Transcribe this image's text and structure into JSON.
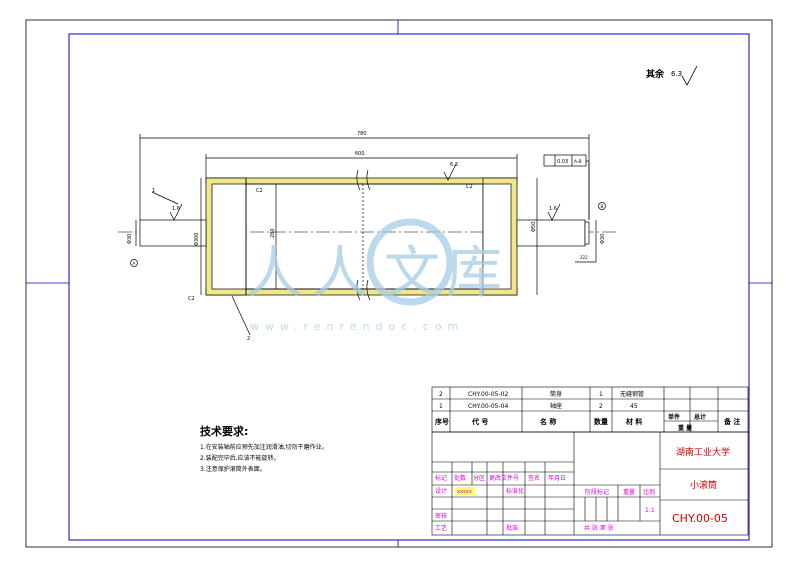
{
  "drawing": {
    "roughness_note": "其余",
    "roughness_value": "6.3",
    "dim_overall": "780",
    "dim_shell": "600",
    "dim_shaft_left": "Φ30",
    "dim_shaft_right": "Φ30",
    "dim_drum": "Φ300",
    "dim_center": "280",
    "dim_right_bore": "Φ50",
    "chamfer_a": "C2",
    "chamfer_b": "C2",
    "chamfer_c": "C2",
    "rough_a": "1.6",
    "rough_b": "1.6",
    "rough_c": "6.3",
    "tolerance_value": "0.03",
    "datum_ref": "A-B",
    "datum_a": "A",
    "datum_b": "B",
    "datum_box": "222",
    "balloon_1": "1",
    "balloon_2": "2"
  },
  "watermark": {
    "chars": [
      "人",
      "人",
      "文",
      "库"
    ],
    "url": "www.renrendoc.com"
  },
  "tech_requirements": {
    "heading": "技术要求:",
    "lines": [
      "1.在安装轴前应预先加注润滑油,切勿干磨作业。",
      "2.装配完毕后,应该不能旋转。",
      "3.注意保护滚筒外表面。"
    ]
  },
  "bom": {
    "rows": [
      {
        "no": "2",
        "code": "CHY.00-05-02",
        "name": "筒身",
        "qty": "1",
        "material": "无缝钢管"
      },
      {
        "no": "1",
        "code": "CHY.00-05-04",
        "name": "轴座",
        "qty": "2",
        "material": "45"
      }
    ],
    "headers": {
      "no": "序号",
      "code": "代 号",
      "name": "名 称",
      "qty": "数量",
      "material": "材 料",
      "single": "单件",
      "total": "总计",
      "weight": "重 量",
      "remark": "备 注"
    }
  },
  "title_block": {
    "school": "湖南工业大学",
    "part_name": "小滚筒",
    "drawing_no": "CHY.00-05",
    "rev_headers": [
      "标记",
      "处数",
      "分区",
      "更改文件号",
      "签名",
      "年月日"
    ],
    "design": "设计",
    "design_name": "xxxxx",
    "standard": "标准化",
    "review": "审核",
    "process": "工艺",
    "approve": "批准",
    "stage": "阶段标记",
    "weight": "重量",
    "scale": "比例",
    "scale_value": "1:1",
    "sheets": "共 张 第 张"
  },
  "colors": {
    "frame": "#0000cc",
    "line": "#000000",
    "section": "#f0e68c",
    "accent_red": "#cc0000",
    "accent_magenta": "#e000e0",
    "watermark": "#a6cde6"
  }
}
